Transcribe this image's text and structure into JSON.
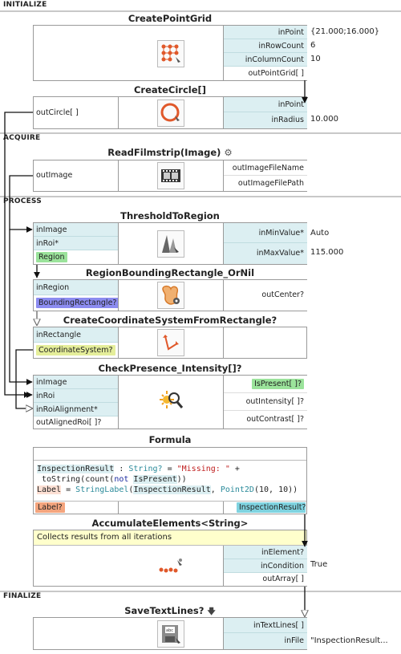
{
  "sections": {
    "initialize": "INITIALIZE",
    "acquire": "ACQUIRE",
    "process": "PROCESS",
    "finalize": "FINALIZE"
  },
  "createPointGrid": {
    "title": "CreatePointGrid",
    "inputs": [
      "inPoint",
      "inRowCount",
      "inColumnCount"
    ],
    "output": "outPointGrid[ ]",
    "values": [
      "{21.000;16.000}",
      "6",
      "10"
    ]
  },
  "createCircle": {
    "title": "CreateCircle[]",
    "output": "outCircle[ ]",
    "inputs": [
      "inPoint",
      "inRadius"
    ],
    "radius_value": "10.000"
  },
  "readFilmstrip": {
    "title": "ReadFilmstrip(Image)",
    "output_left": "outImage",
    "outputs": [
      "outImageFileName",
      "outImageFilePath"
    ]
  },
  "thresholdToRegion": {
    "title": "ThresholdToRegion",
    "inputs_left": [
      "inImage",
      "inRoi*"
    ],
    "tag": "Region",
    "inputs_right": [
      "inMinValue*",
      "inMaxValue*"
    ],
    "values": [
      "Auto",
      "115.000"
    ]
  },
  "regionBoundingRect": {
    "title": "RegionBoundingRectangle_OrNil",
    "input": "inRegion",
    "tag": "BoundingRectangle?",
    "output": "outCenter?"
  },
  "createCoordSystem": {
    "title": "CreateCoordinateSystemFromRectangle?",
    "input": "inRectangle",
    "tag": "CoordinateSystem?"
  },
  "checkPresence": {
    "title": "CheckPresence_Intensity[]?",
    "inputs_left": [
      "inImage",
      "inRoi",
      "inRoiAlignment*",
      "outAlignedRoi[ ]?"
    ],
    "tag": "IsPresent[ ]?",
    "outputs": [
      "outIntensity[ ]?",
      "outContrast[ ]?"
    ]
  },
  "formula": {
    "title": "Formula",
    "line1_var": "InspectionResult",
    "line1_sep": " : ",
    "line1_type": "String?",
    "line1_eq": " = ",
    "line1_str": "\"Missing: \"",
    "line1_plus": " +",
    "line2_a": " toString(count(",
    "line2_not": "not",
    "line2_sp": " ",
    "line2_var": "IsPresent",
    "line2_b": "))",
    "line3_var": "Label",
    "line3_eq": " = ",
    "line3_fn": "StringLabel",
    "line3_open": "(",
    "line3_arg1": "InspectionResult",
    "line3_comma": ", ",
    "line3_fn2": "Point2D",
    "line3_args": "(10, 10))",
    "out_left": "Label?",
    "out_right": "InspectionResult?"
  },
  "accumulate": {
    "title": "AccumulateElements<String>",
    "comment": "Collects results from all iterations",
    "inputs": [
      "inElement?",
      "inCondition"
    ],
    "output": "outArray[ ]",
    "condition_value": "True"
  },
  "saveTextLines": {
    "title": "SaveTextLines?",
    "title_arrow": "🡇",
    "inputs": [
      "inTextLines[ ]",
      "inFile"
    ],
    "file_value": "\"InspectionResult..."
  },
  "colors": {
    "port_blue": "#dceff2",
    "tag_green": "#9be39b",
    "tag_purple": "#8c8cf0",
    "tag_yellow": "#e5ee9a",
    "tag_orange": "#f4a57e",
    "tag_cyan": "#7fd3e0",
    "comment_yellow": "#ffffcc"
  }
}
